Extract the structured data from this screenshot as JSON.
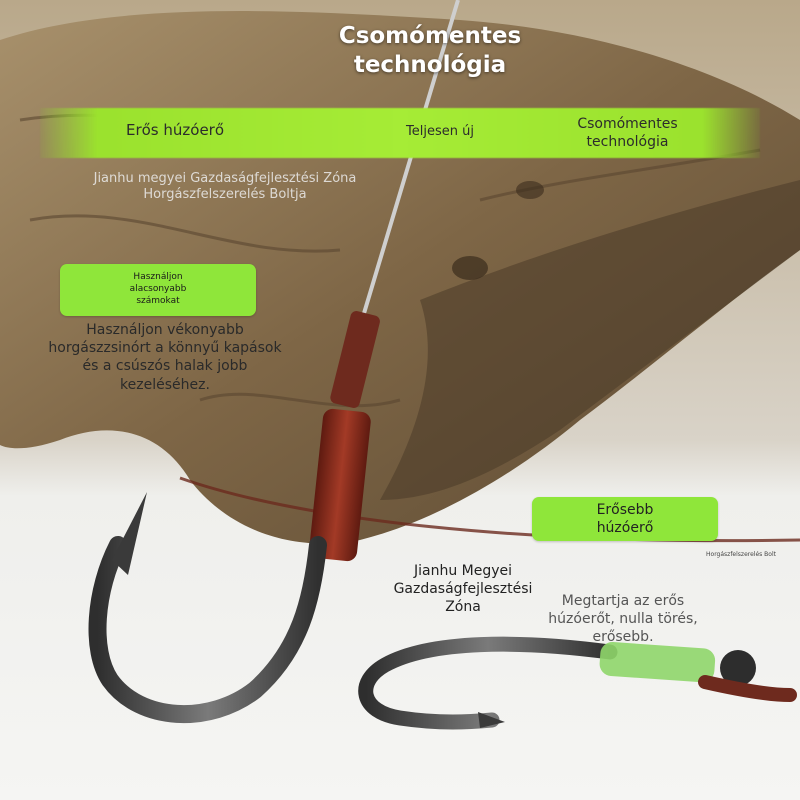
{
  "hero_title": "Csomómentes technológia",
  "banner": {
    "left": "Erős húzóerő",
    "center": "Teljesen új",
    "right": "Csomómentes technológia"
  },
  "shop_name": "Jianhu megyei Gazdaságfejlesztési Zóna Horgászfelszerelés Boltja",
  "callout_thin": {
    "pill": "Használjon alacsonyabb számokat",
    "text": "Használjon vékonyabb horgászzsinórt a könnyű kapások és a csúszós halak jobb kezeléséhez."
  },
  "callout_strong": {
    "pill": "Erősebb húzóerő",
    "zone": "Jianhu Megyei Gazdaságfejlesztési Zóna",
    "tiny_label": "Horgászfelszerelés Bolt",
    "text": "Megtartja az erős húzóerőt, nulla törés, erősebb."
  },
  "colors": {
    "accent_green": "#9be22e",
    "wood": "#8a7350",
    "hook_metal": "#4d4d4d",
    "binding_red": "#8b2a1c"
  }
}
